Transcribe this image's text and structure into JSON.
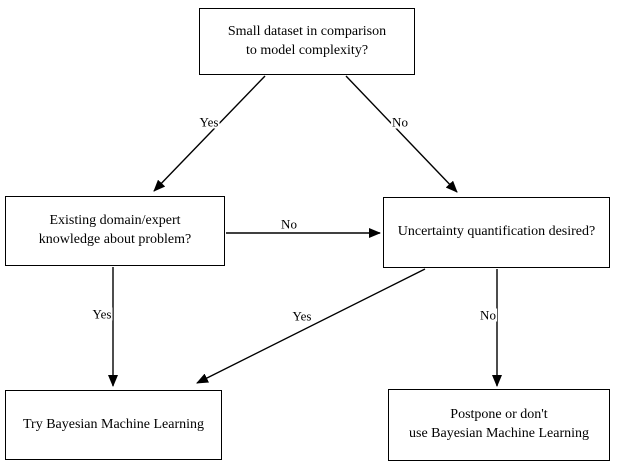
{
  "diagram": {
    "type": "flowchart",
    "topic": "Decision tree for when to use Bayesian Machine Learning",
    "colors": {
      "background": "#ffffff",
      "node_fill": "#ffffff",
      "stroke": "#000000",
      "text": "#000000"
    },
    "nodes": [
      {
        "id": "q_dataset",
        "kind": "decision",
        "label": "Small dataset in comparison\nto model complexity?"
      },
      {
        "id": "q_domain",
        "kind": "decision",
        "label": "Existing domain/expert\nknowledge about problem?"
      },
      {
        "id": "q_uncertainty",
        "kind": "decision",
        "label": "Uncertainty quantification desired?"
      },
      {
        "id": "try_bml",
        "kind": "outcome",
        "label": "Try Bayesian Machine Learning"
      },
      {
        "id": "postpone",
        "kind": "outcome",
        "label": "Postpone or don't\nuse Bayesian Machine Learning"
      }
    ],
    "edges": [
      {
        "from": "q_dataset",
        "to": "q_domain",
        "label": "Yes"
      },
      {
        "from": "q_dataset",
        "to": "q_uncertainty",
        "label": "No"
      },
      {
        "from": "q_domain",
        "to": "q_uncertainty",
        "label": "No"
      },
      {
        "from": "q_domain",
        "to": "try_bml",
        "label": "Yes"
      },
      {
        "from": "q_uncertainty",
        "to": "try_bml",
        "label": "Yes"
      },
      {
        "from": "q_uncertainty",
        "to": "postpone",
        "label": "No"
      }
    ]
  }
}
